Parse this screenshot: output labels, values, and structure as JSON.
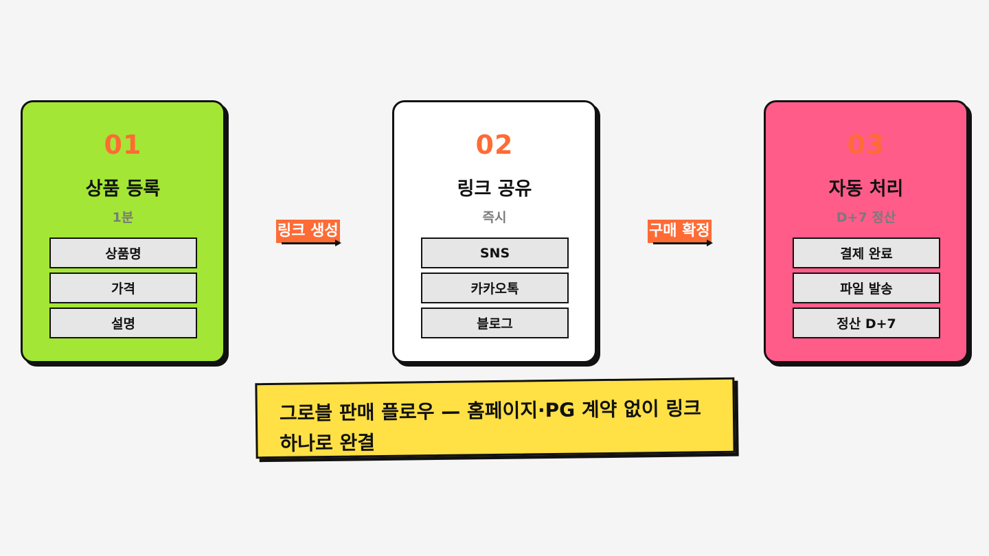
{
  "colors": {
    "step1_bg": "#a3e635",
    "step2_bg": "#ffffff",
    "step3_bg": "#ff5c8a",
    "accent": "#ff6b35",
    "banner_bg": "#ffe045"
  },
  "steps": [
    {
      "number": "01",
      "title": "상품 등록",
      "subtitle": "1분",
      "items": [
        "상품명",
        "가격",
        "설명"
      ]
    },
    {
      "number": "02",
      "title": "링크 공유",
      "subtitle": "즉시",
      "items": [
        "SNS",
        "카카오톡",
        "블로그"
      ]
    },
    {
      "number": "03",
      "title": "자동 처리",
      "subtitle": "D+7 정산",
      "items": [
        "결제 완료",
        "파일 발송",
        "정산 D+7"
      ]
    }
  ],
  "connectors": [
    {
      "label": "링크 생성"
    },
    {
      "label": "구매 확정"
    }
  ],
  "banner": {
    "text": "그로블 판매 플로우 — 홈페이지·PG 계약 없이 링크 하나로 완결"
  }
}
